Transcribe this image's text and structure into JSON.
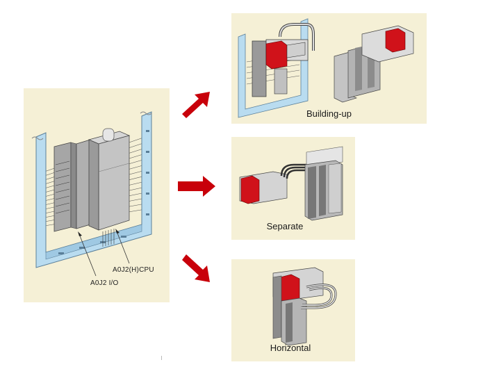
{
  "main_panel": {
    "labels": {
      "cpu": "A0J2(H)CPU",
      "io": "A0J2   I/O"
    }
  },
  "options": [
    {
      "id": "building-up",
      "caption": "Building-up"
    },
    {
      "id": "separate",
      "caption": "Separate"
    },
    {
      "id": "horizontal",
      "caption": "Horizontal"
    }
  ],
  "colors": {
    "panel_bg": "#f5f0d6",
    "arrow": "#c8000a",
    "module_red": "#d0121a",
    "frame_blue": "#b9dcf0",
    "module_gray": "#bfbfbf"
  }
}
